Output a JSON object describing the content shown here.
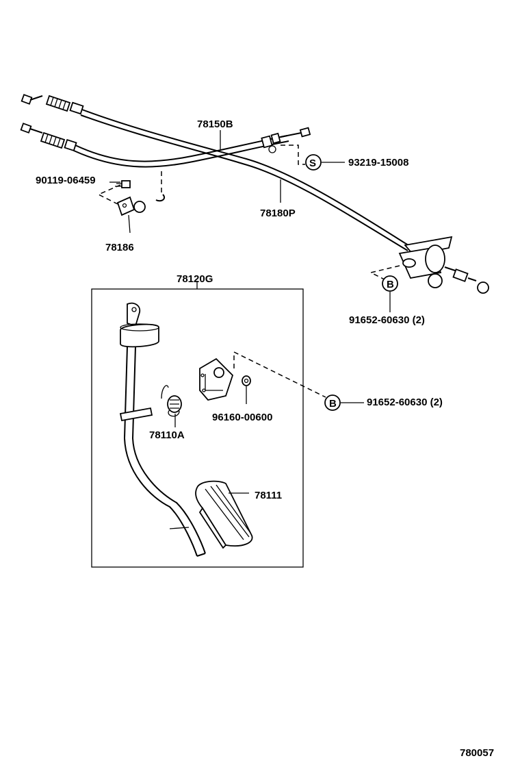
{
  "parts": {
    "cable_upper": "78150B",
    "cable_lower": "78180P",
    "clip_bolt": "90119-06459",
    "bracket": "78186",
    "clamp_s": "93219-15008",
    "bolt_b_upper": "91652-60630 (2)",
    "pedal_assy": "78120G",
    "spring": "78110A",
    "nut": "96160-00600",
    "bolt_b_lower": "91652-60630 (2)",
    "pedal_pad": "78111"
  },
  "markers": {
    "s": "S",
    "b1": "B",
    "b2": "B"
  },
  "diagram_code": "780057"
}
